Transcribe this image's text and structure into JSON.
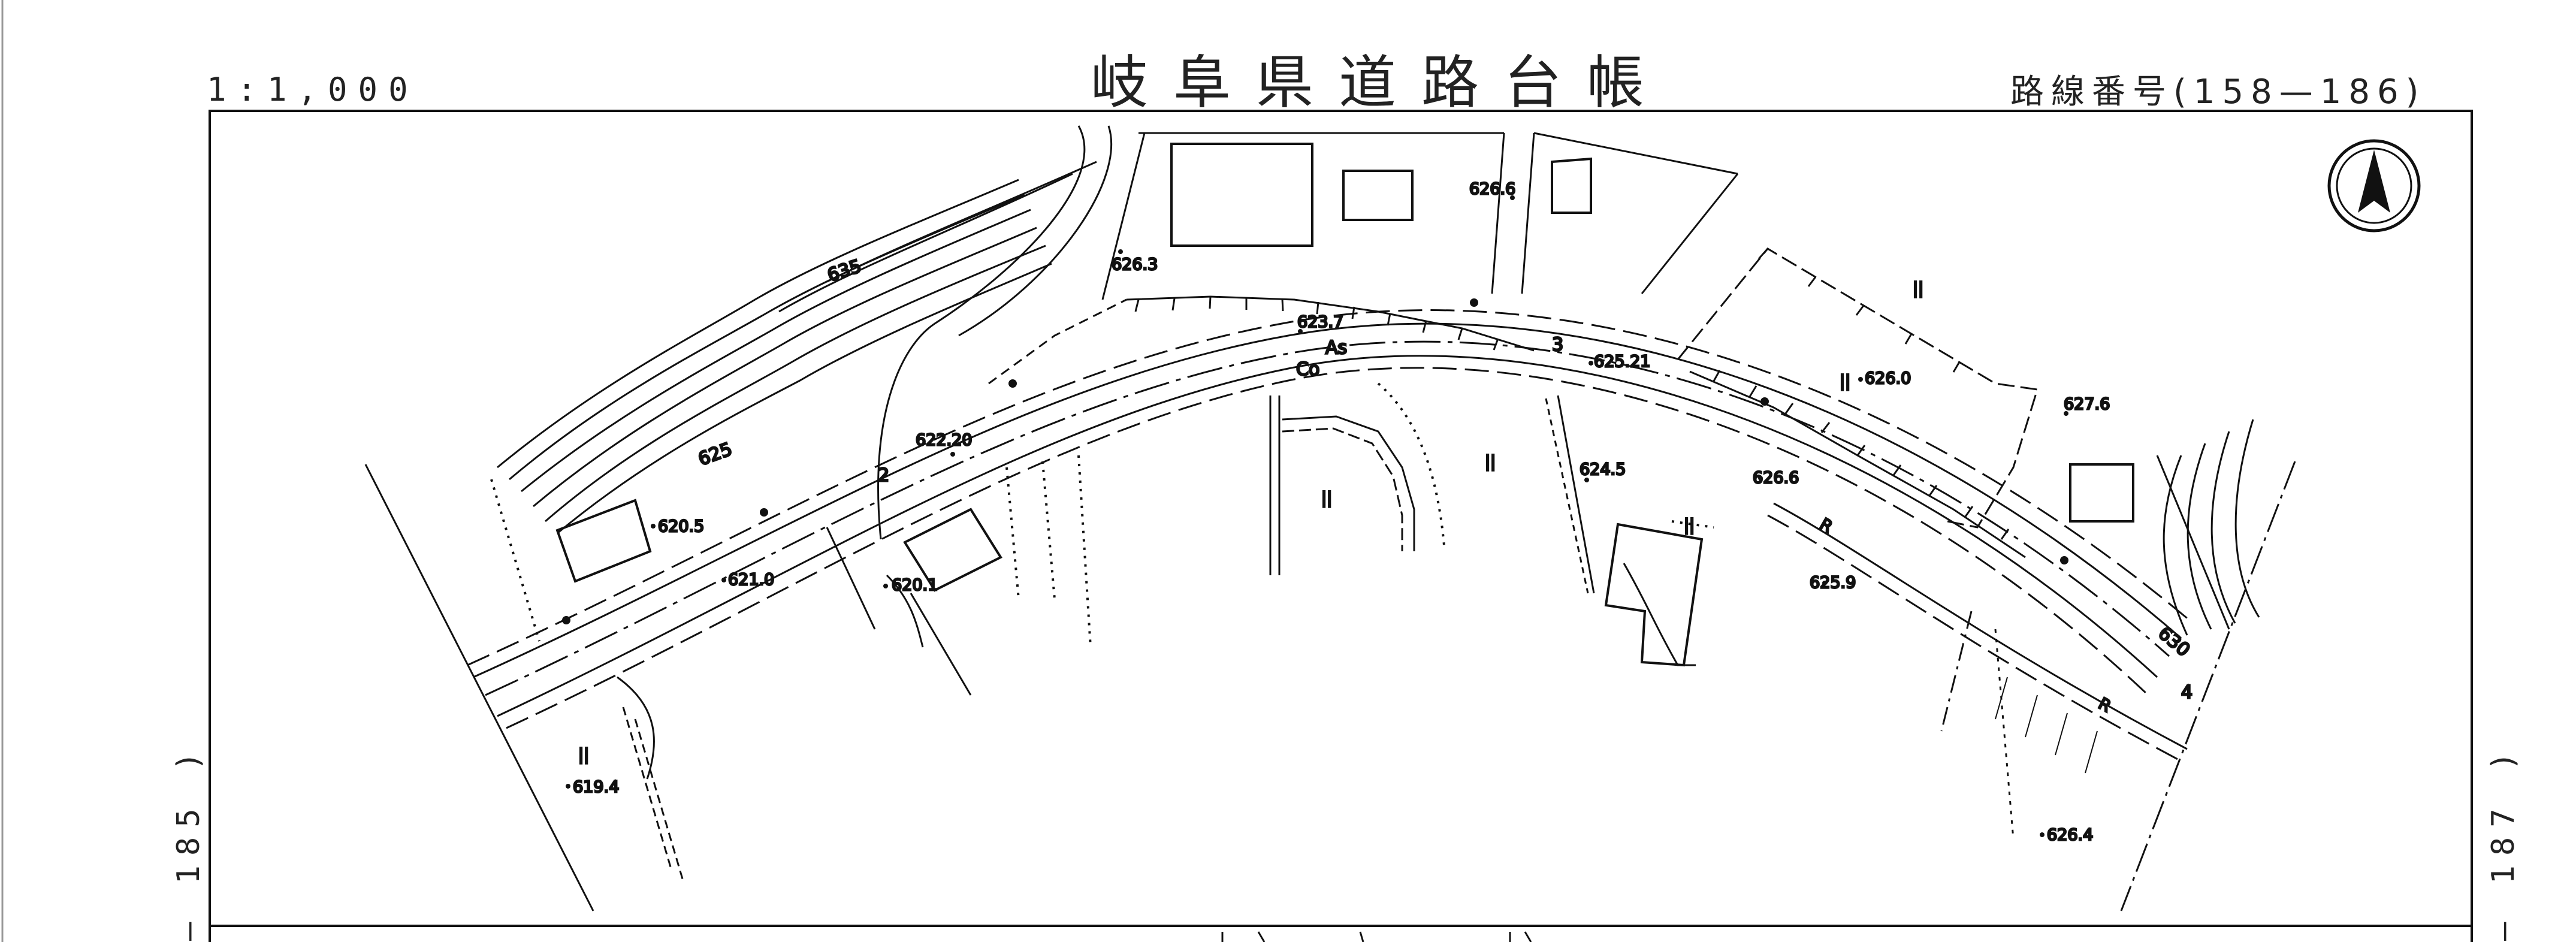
{
  "header": {
    "scale": "1:1,000",
    "title": "岐阜県道路台帳",
    "route_number": "路線番号(158—186)"
  },
  "adjacent": {
    "left": "— 185 )",
    "right": "— 187 )"
  },
  "north_arrow_icon": "north-arrow",
  "elevations": {
    "e6266": "626.6",
    "e6263": "626.3",
    "e6237": "623.7",
    "e62521": "625.21",
    "e6260": "626.0",
    "e6276": "627.6",
    "e62220": "622.20",
    "e6245": "624.5",
    "e62665": "626.6",
    "e6205": "620.5",
    "e6210": "621.0",
    "e6201": "620.1",
    "e6259": "625.9",
    "e6194": "619.4",
    "e6264": "626.4"
  },
  "map_labels": {
    "contour_635": "635",
    "contour_625": "625",
    "contour_630": "630",
    "surface_as": "As",
    "surface_co": "Co",
    "mark_3": "3",
    "mark_2": "2",
    "mark_4": "4",
    "mark_r1": "R",
    "mark_r2": "R",
    "field1": "||",
    "field2": "||",
    "field3": "||",
    "field4": "||",
    "field5": "||",
    "field6": "||"
  }
}
